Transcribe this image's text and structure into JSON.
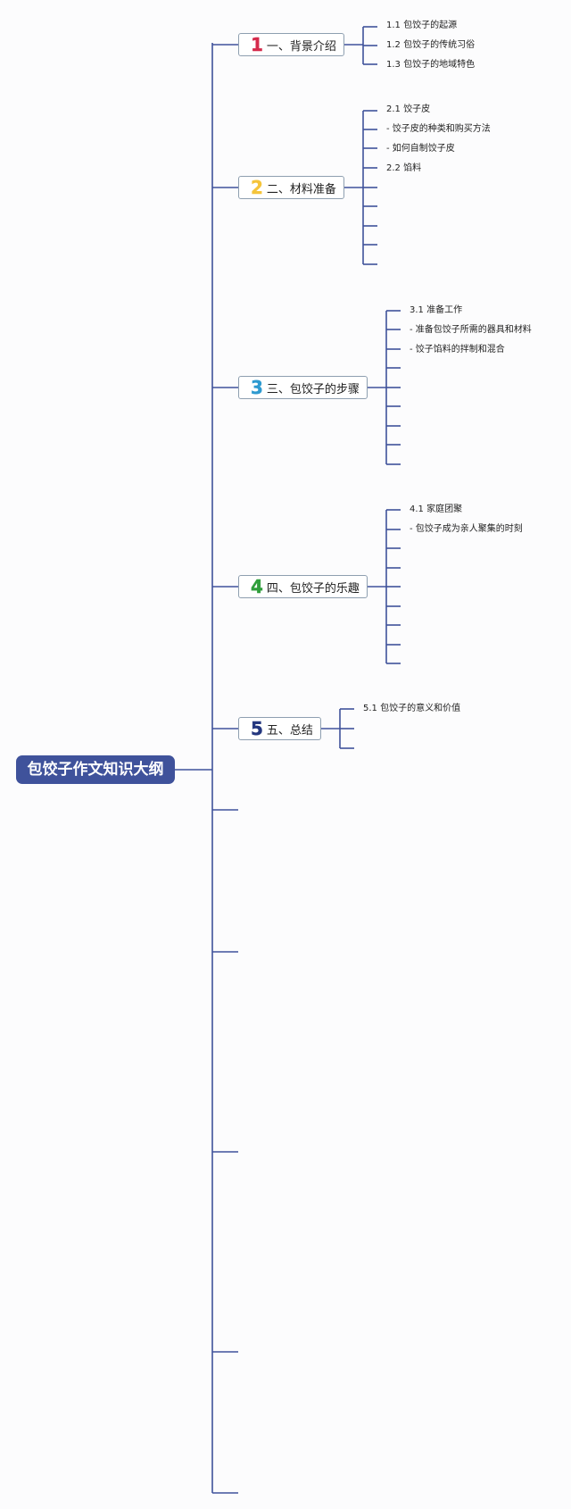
{
  "root": {
    "label": "包饺子作文知识大纲"
  },
  "colors": {
    "line": "#3f529b",
    "root_bg": "#3f529b",
    "branch_border": "#8e9fb0",
    "num1": "#d52b4c",
    "num2": "#f5c43a",
    "num3": "#2e9ad0",
    "num4": "#2f9e3b",
    "num5": "#23367e"
  },
  "branches": [
    {
      "num": "1",
      "label": "一、背景介绍",
      "leaves": [
        "1.1 包饺子的起源",
        "1.2 包饺子的传统习俗",
        "1.3 包饺子的地域特色"
      ]
    },
    {
      "num": "2",
      "label": "二、材料准备",
      "leaves": [
        "2.1 饺子皮",
        "- 饺子皮的种类和购买方法",
        "- 如何自制饺子皮",
        "2.2 馅料"
      ]
    },
    {
      "num": "3",
      "label": "三、包饺子的步骤",
      "leaves": [
        "3.1 准备工作",
        "- 准备包饺子所需的器具和材料",
        "- 饺子馅料的拌制和混合"
      ]
    },
    {
      "num": "4",
      "label": "四、包饺子的乐趣",
      "leaves": [
        "4.1 家庭团聚",
        "- 包饺子成为亲人聚集的时刻"
      ]
    },
    {
      "num": "5",
      "label": "五、总结",
      "leaves": [
        "5.1 包饺子的意义和价值"
      ]
    }
  ]
}
